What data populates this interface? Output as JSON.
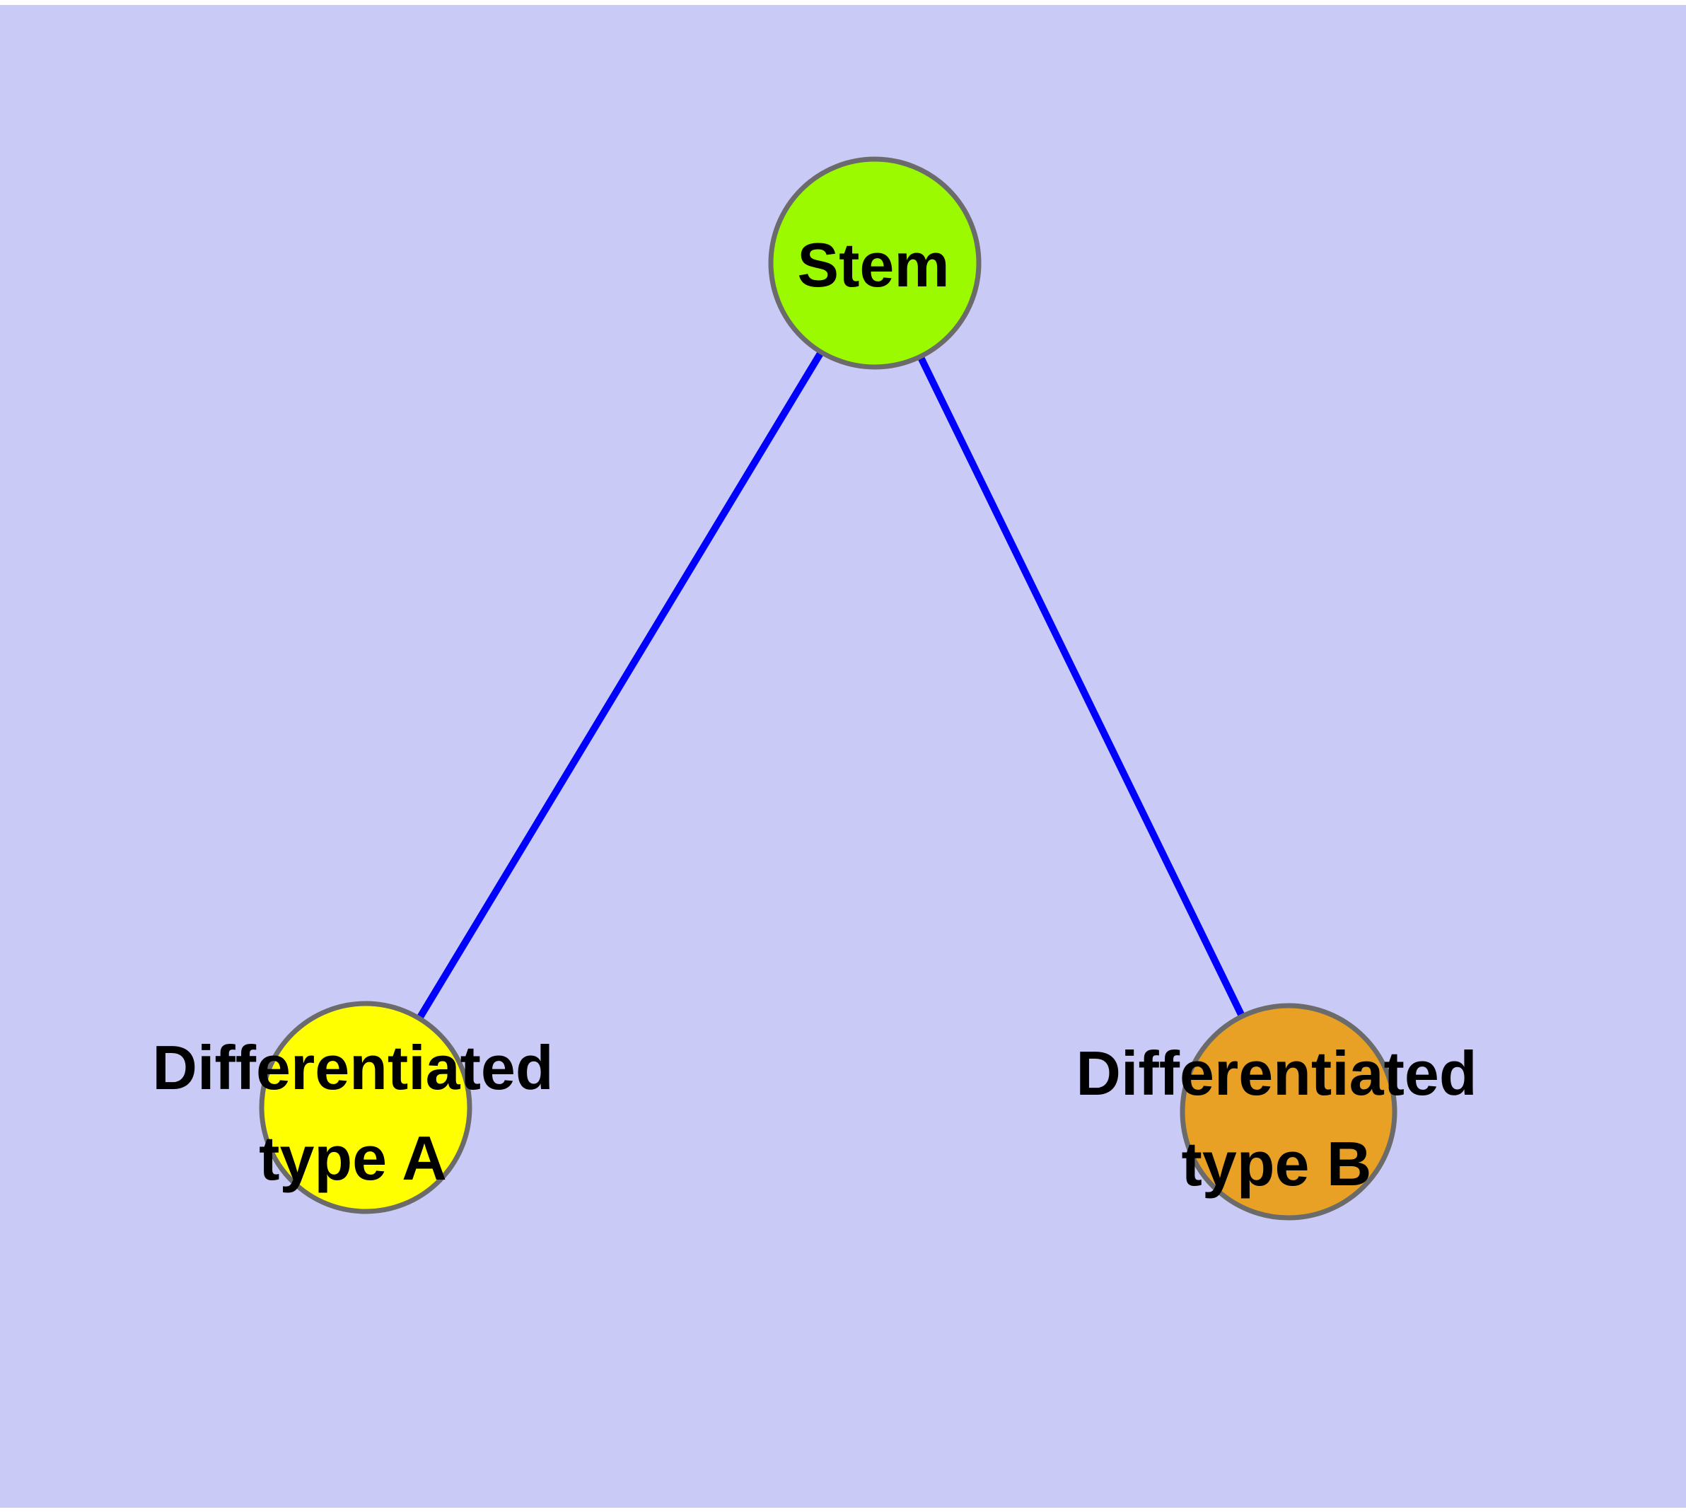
{
  "canvas": {
    "background": "#cacaf6",
    "margin_color": "#ffffff"
  },
  "diagram": {
    "type": "graph",
    "label_color": "#000000",
    "nodes": [
      {
        "id": "stem",
        "label": "Stem",
        "fill": "#9bfa00",
        "border": "#6b6b6b"
      },
      {
        "id": "differentiated-type-a",
        "label_line1": "Differentiated",
        "label_line2": "type A",
        "fill": "#ffff00",
        "border": "#6b6b6b"
      },
      {
        "id": "differentiated-type-b",
        "label_line1": "Differentiated",
        "label_line2": "type B",
        "fill": "#e8a125",
        "border": "#6b6b6b"
      }
    ],
    "edges": [
      {
        "from": "stem",
        "to": "differentiated-type-a",
        "color": "#0000ff"
      },
      {
        "from": "stem",
        "to": "differentiated-type-b",
        "color": "#0000ff"
      }
    ]
  }
}
